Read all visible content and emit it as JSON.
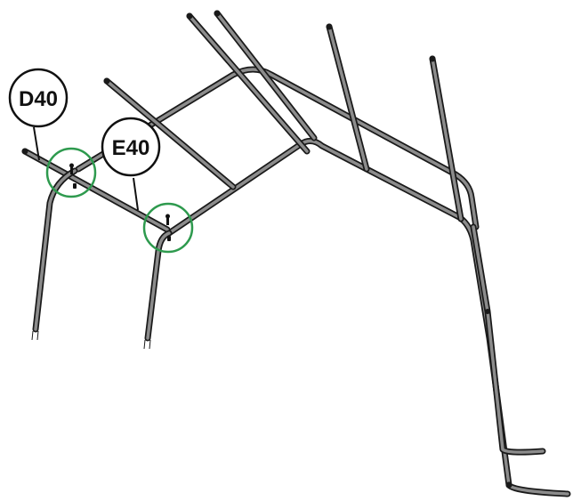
{
  "callouts": [
    {
      "id": "d40",
      "label": "D40"
    },
    {
      "id": "e40",
      "label": "E40"
    }
  ],
  "colors": {
    "tube_outline": "#1a1a1a",
    "tube_fill": "#8c8c8c",
    "highlight_circle": "#2e9a4e",
    "callout_stroke": "#111111"
  },
  "icons": [
    "bolt-icon",
    "nut-icon"
  ]
}
